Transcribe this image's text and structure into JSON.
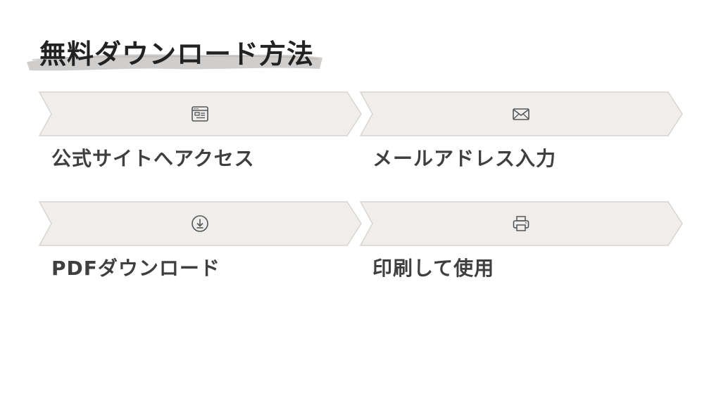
{
  "title": "無料ダウンロード方法",
  "colors": {
    "chevron_fill": "#f0eeec",
    "chevron_stroke": "#d8d4cf",
    "brush": "#c8c6c3",
    "icon": "#555555"
  },
  "steps": [
    {
      "label": "公式サイトへアクセス",
      "icon": "browser-window-icon"
    },
    {
      "label": "メールアドレス入力",
      "icon": "envelope-icon"
    },
    {
      "label": "PDFダウンロード",
      "icon": "download-icon"
    },
    {
      "label": "印刷して使用",
      "icon": "printer-icon"
    }
  ]
}
